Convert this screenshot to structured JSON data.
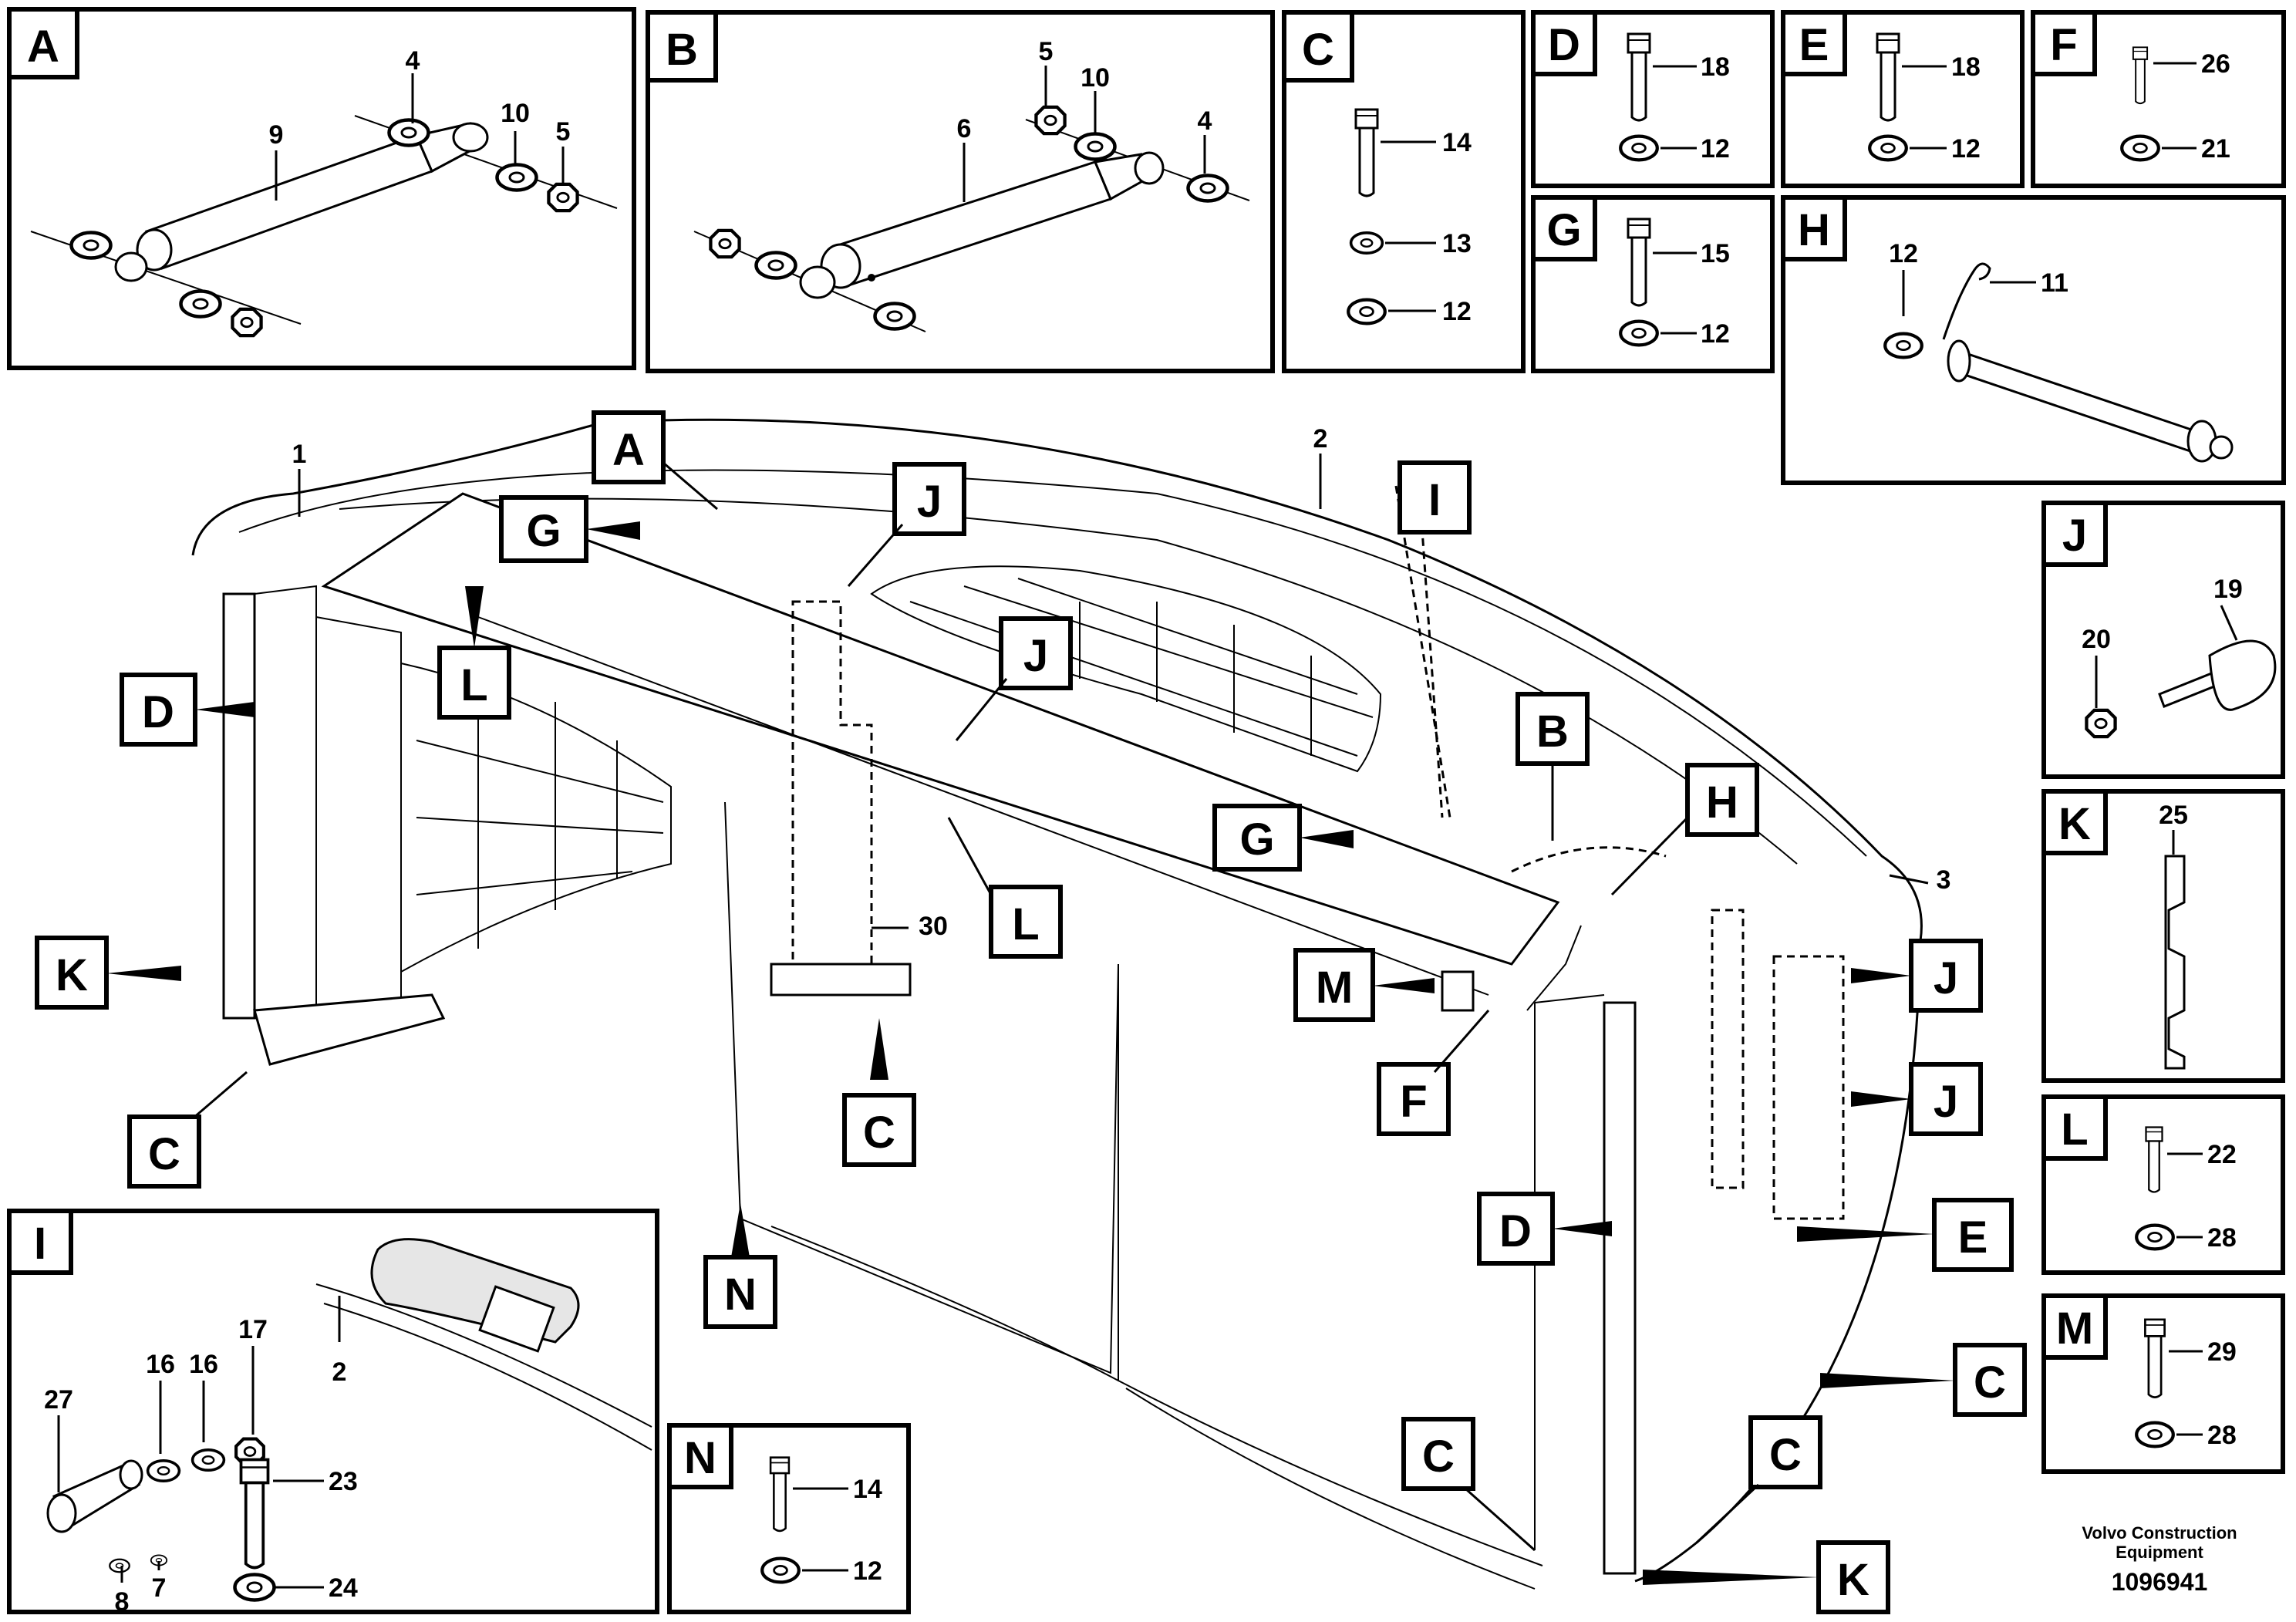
{
  "detail_letters": {
    "A": "A",
    "B": "B",
    "C": "C",
    "D": "D",
    "E": "E",
    "F": "F",
    "G": "G",
    "H": "H",
    "I": "I",
    "J": "J",
    "K": "K",
    "L": "L",
    "M": "M",
    "N": "N"
  },
  "part_numbers": {
    "p1": "1",
    "p2": "2",
    "p3": "3",
    "p4": "4",
    "p5": "5",
    "p6": "6",
    "p7": "7",
    "p8": "8",
    "p9": "9",
    "p10": "10",
    "p11": "11",
    "p12": "12",
    "p13": "13",
    "p14": "14",
    "p15": "15",
    "p16": "16",
    "p17": "17",
    "p18": "18",
    "p19": "19",
    "p20": "20",
    "p21": "21",
    "p22": "22",
    "p23": "23",
    "p24": "24",
    "p25": "25",
    "p26": "26",
    "p27": "27",
    "p28": "28",
    "p29": "29",
    "p30": "30"
  },
  "footer": {
    "credit_line1": "Volvo Construction",
    "credit_line2": "Equipment",
    "drawing_number": "1096941"
  }
}
